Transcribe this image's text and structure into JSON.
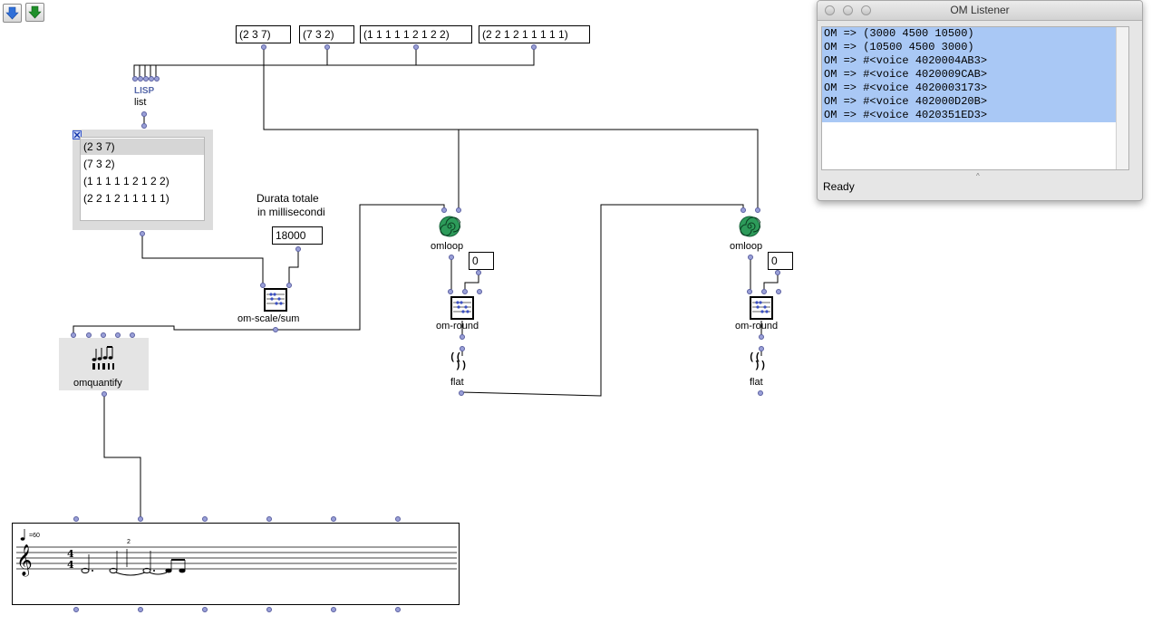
{
  "toolbar": {
    "up_icon": "arrow-down-blue-icon",
    "down_icon": "arrow-down-green-icon"
  },
  "boxes": {
    "list1": "(2 3 7)",
    "list2": "(7 3 2)",
    "list3": "(1 1 1 1 1 2 1 2 2)",
    "list4": "(2 2 1 2 1 1 1 1 1)",
    "duration": "18000",
    "round1_arg": "0",
    "round2_arg": "0"
  },
  "labels": {
    "lisp_badge": "LISP",
    "list_fn": "list",
    "duration_caption_1": "Durata totale",
    "duration_caption_2": "in millisecondi",
    "scale": "om-scale/sum",
    "quantify": "omquantify",
    "omloop1": "omloop",
    "omloop2": "omloop",
    "round1": "om-round",
    "round2": "om-round",
    "flat1": "flat",
    "flat2": "flat"
  },
  "list_panel": {
    "items": [
      "(2 3 7)",
      "(7 3 2)",
      "(1 1 1 1 1 2 1 2 2)",
      "(2 2 1 2 1 1 1 1 1)"
    ],
    "selected_index": 0
  },
  "score": {
    "tempo": "=60",
    "tuplet": "2"
  },
  "listener": {
    "title": "OM Listener",
    "lines": [
      "OM => (3000 4500 10500)",
      "OM => (10500 4500 3000)",
      "OM => #<voice 4020004AB3>",
      "OM => #<voice 4020009CAB>",
      "OM => #<voice 4020003173>",
      "OM => #<voice 402000D20B>",
      "OM => #<voice 4020351ED3>"
    ],
    "status": "Ready"
  },
  "colors": {
    "selection": "#a9c8f5",
    "inlet": "#9aa0d8",
    "omloop_green": "#2d9b5a"
  }
}
